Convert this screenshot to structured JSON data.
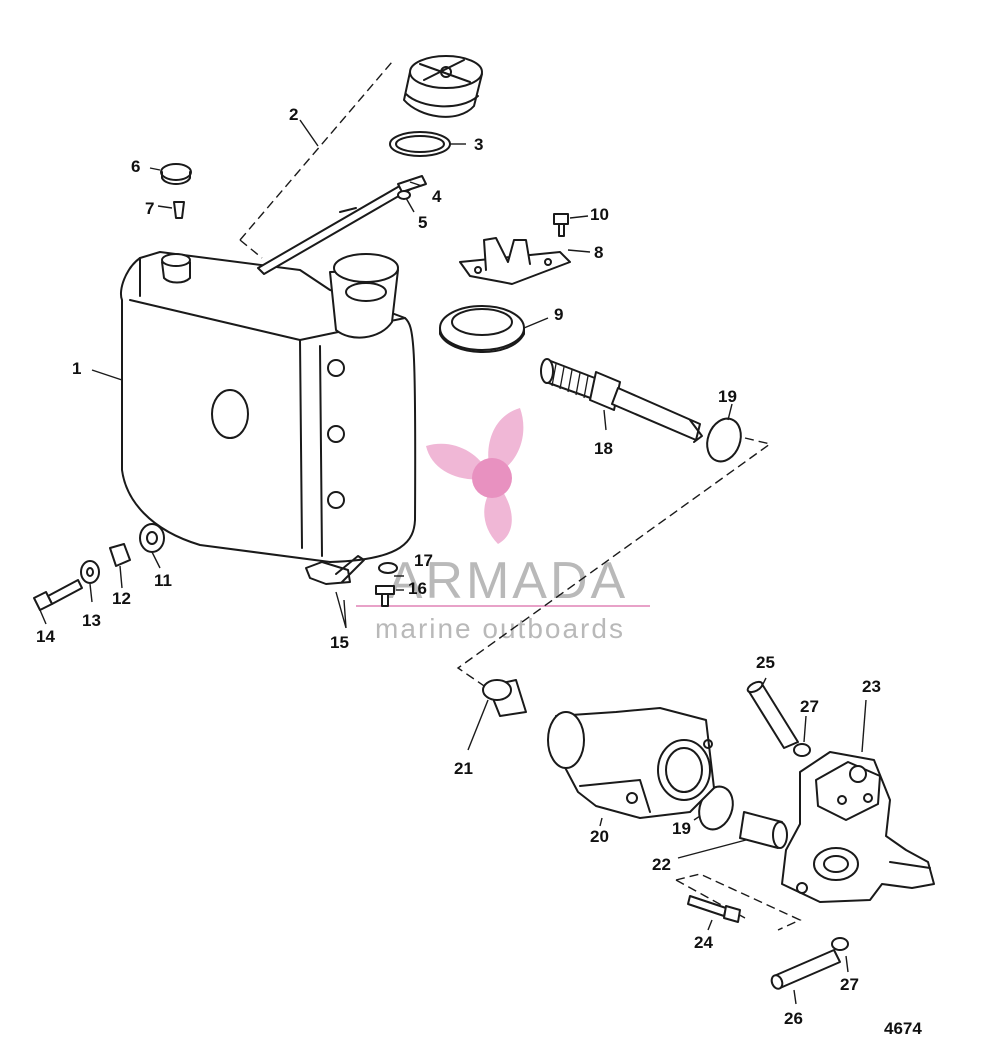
{
  "callouts": {
    "c1": "1",
    "c2": "2",
    "c3": "3",
    "c4": "4",
    "c5": "5",
    "c6": "6",
    "c7": "7",
    "c8": "8",
    "c9": "9",
    "c10": "10",
    "c11": "11",
    "c12": "12",
    "c13": "13",
    "c14": "14",
    "c15": "15",
    "c16": "16",
    "c17": "17",
    "c18": "18",
    "c19a": "19",
    "c19b": "19",
    "c20": "20",
    "c21": "21",
    "c22": "22",
    "c23": "23",
    "c24": "24",
    "c25": "25",
    "c26": "26",
    "c27a": "27",
    "c27b": "27"
  },
  "figure_number": "4674",
  "watermark": {
    "brand": "ARMADA",
    "tagline": "marine outboards",
    "logo_icon": "propeller-icon",
    "logo_color": "#e8a2c8"
  }
}
